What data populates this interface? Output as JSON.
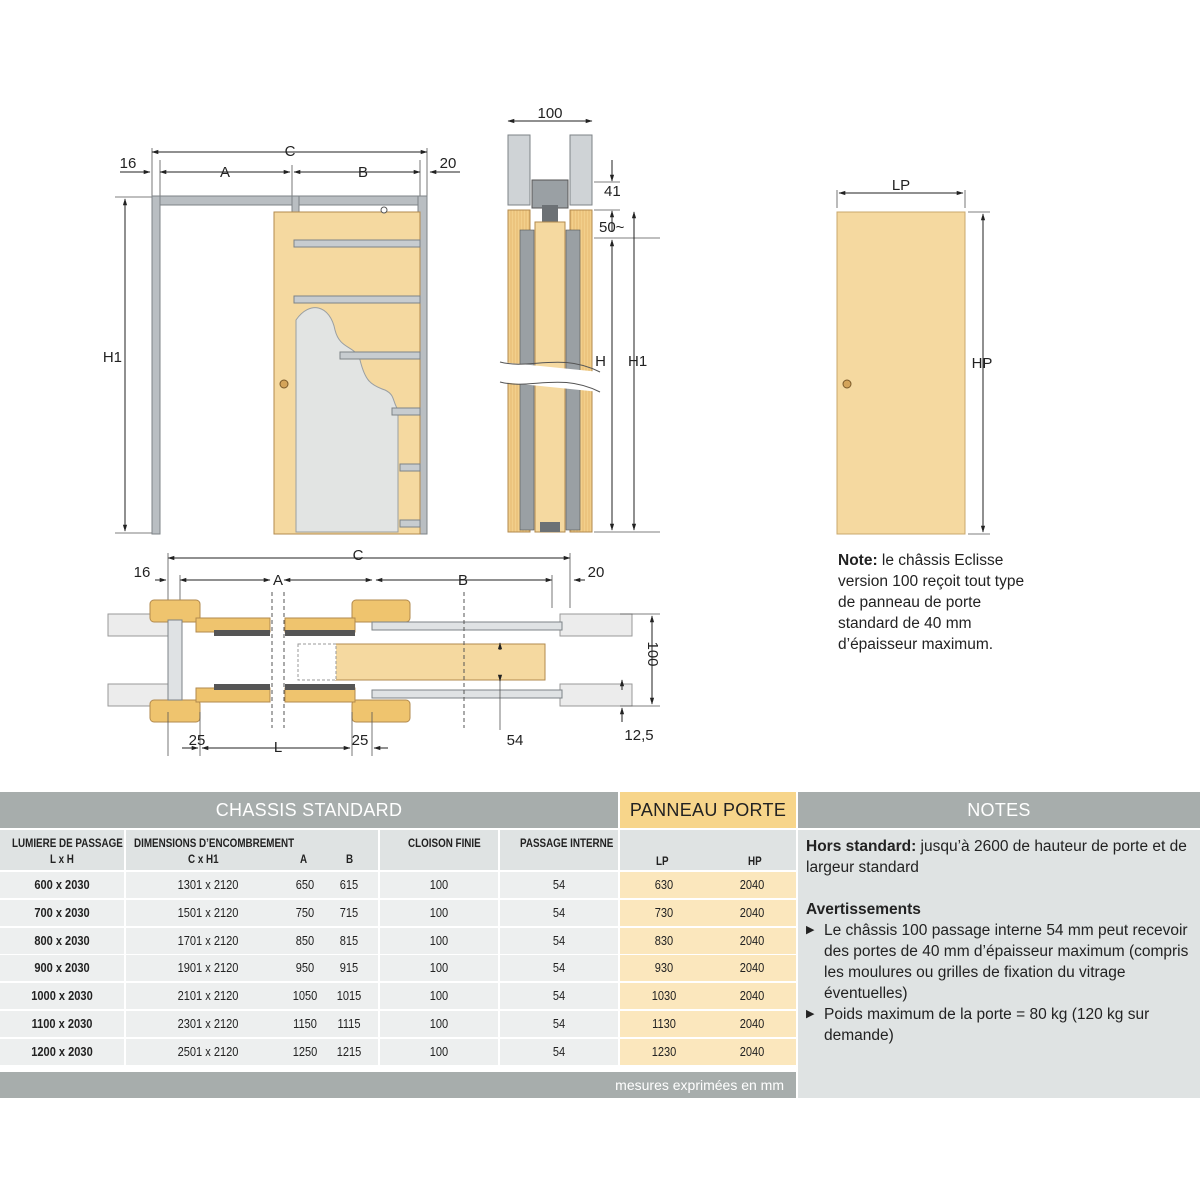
{
  "diagram": {
    "elevation": {
      "dim_c": "C",
      "dim_a": "A",
      "dim_b": "B",
      "dim_16": "16",
      "dim_20": "20",
      "dim_h1": "H1"
    },
    "section": {
      "dim_100": "100",
      "dim_41": "41",
      "dim_50": "50~",
      "dim_h": "H",
      "dim_h1": "H1"
    },
    "panel": {
      "dim_lp": "LP",
      "dim_hp": "HP"
    },
    "plan": {
      "dim_c": "C",
      "dim_16": "16",
      "dim_a": "A",
      "dim_b": "B",
      "dim_20": "20",
      "dim_100": "100",
      "dim_25a": "25",
      "dim_l": "L",
      "dim_25b": "25",
      "dim_54": "54",
      "dim_125": "12,5"
    }
  },
  "note": {
    "label": "Note:",
    "text": " le châssis Eclisse version 100 reçoit tout type de panneau de porte standard de 40 mm d’épaisseur maximum."
  },
  "table": {
    "header_chassis": "CHASSIS STANDARD",
    "header_panneau": "PANNEAU PORTE",
    "header_notes": "NOTES",
    "col_lumiere_1": "LUMIERE DE PASSAGE",
    "col_lumiere_2": "L x H",
    "col_dim_1": "DIMENSIONS D’ENCOMBREMENT",
    "col_dim_2": "C x H1",
    "col_a": "A",
    "col_b": "B",
    "col_cloison": "CLOISON FINIE",
    "col_passage": "PASSAGE INTERNE",
    "col_lp": "LP",
    "col_hp": "HP",
    "rows": [
      {
        "lh": "600 x 2030",
        "ch": "1301 x 2120",
        "a": "650",
        "b": "615",
        "cloison": "100",
        "passage": "54",
        "lp": "630",
        "hp": "2040"
      },
      {
        "lh": "700 x 2030",
        "ch": "1501 x 2120",
        "a": "750",
        "b": "715",
        "cloison": "100",
        "passage": "54",
        "lp": "730",
        "hp": "2040"
      },
      {
        "lh": "800 x 2030",
        "ch": "1701 x 2120",
        "a": "850",
        "b": "815",
        "cloison": "100",
        "passage": "54",
        "lp": "830",
        "hp": "2040"
      },
      {
        "lh": "900 x 2030",
        "ch": "1901 x 2120",
        "a": "950",
        "b": "915",
        "cloison": "100",
        "passage": "54",
        "lp": "930",
        "hp": "2040"
      },
      {
        "lh": "1000 x 2030",
        "ch": "2101 x 2120",
        "a": "1050",
        "b": "1015",
        "cloison": "100",
        "passage": "54",
        "lp": "1030",
        "hp": "2040"
      },
      {
        "lh": "1100 x 2030",
        "ch": "2301 x 2120",
        "a": "1150",
        "b": "1115",
        "cloison": "100",
        "passage": "54",
        "lp": "1130",
        "hp": "2040"
      },
      {
        "lh": "1200 x 2030",
        "ch": "2501 x 2120",
        "a": "1250",
        "b": "1215",
        "cloison": "100",
        "passage": "54",
        "lp": "1230",
        "hp": "2040"
      }
    ],
    "footer": "mesures exprimées en mm",
    "notes_hors_label": "Hors standard:",
    "notes_hors_text": " jusqu’à 2600 de hauteur de porte et de largeur standard",
    "notes_avert_title": "Avertissements",
    "notes_bullet_1": "Le châssis 100 passage interne 54 mm peut recevoir des portes de 40 mm d’épaisseur maximum (compris les moulures ou grilles de fixation du vitrage éventuelles)",
    "notes_bullet_2": "Poids maximum de la porte = 80 kg (120 kg sur demande)"
  },
  "colors": {
    "header_gray": "#a7adac",
    "header_orange": "#f7d58a",
    "row_orange": "#fbe7bd",
    "row_gray": "#edefef",
    "wood": "#f5d9a0",
    "wood_dark": "#e7b768",
    "metal": "#b9bec2"
  }
}
